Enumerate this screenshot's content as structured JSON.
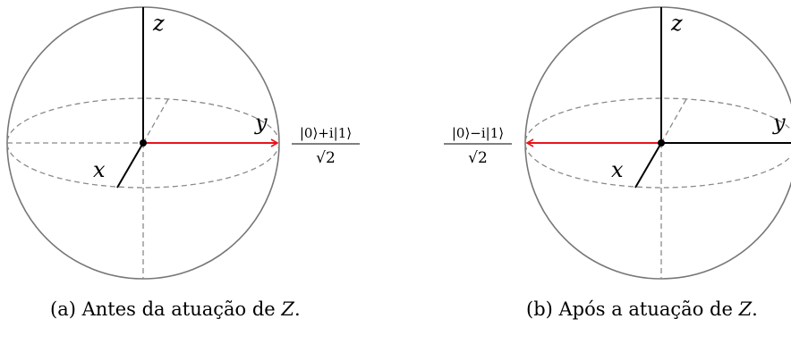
{
  "figure_a": {
    "axis_z": "z",
    "axis_y": "y",
    "axis_x": "x",
    "state_numerator": "|0⟩+i|1⟩",
    "state_denominator": "√2",
    "caption_prefix": "(a) Antes da atuação de ",
    "caption_gate": "Z",
    "caption_suffix": "."
  },
  "figure_b": {
    "axis_z": "z",
    "axis_y": "y",
    "axis_x": "x",
    "state_numerator": "|0⟩−i|1⟩",
    "state_denominator": "√2",
    "caption_prefix": "(b) Após a atuação de ",
    "caption_gate": "Z",
    "caption_suffix": "."
  },
  "colors": {
    "sphere": "#777777",
    "dashed": "#8a8a8a",
    "axis": "#000000",
    "state_vector": "#e8141b"
  }
}
